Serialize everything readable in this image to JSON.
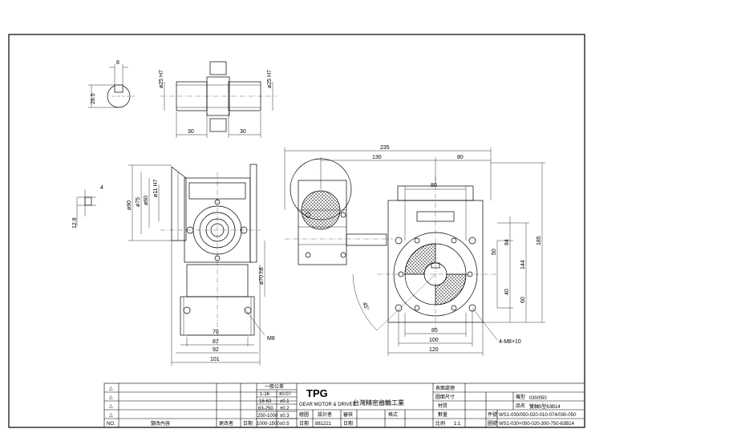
{
  "shaft_view": {
    "key_width": "8",
    "key_height": "28.5",
    "bore_left": "ø25 H7",
    "bore_right": "ø25 H7",
    "len_left": "30",
    "len_right": "30"
  },
  "side_view": {
    "d_outer": "ø90",
    "d_75": "ø75",
    "d_60": "ø60",
    "d_11": "ø11 H7",
    "key_4": "4",
    "key_12_8": "12.8",
    "d_70": "ø70 h8",
    "w_70": "70",
    "w_87": "87",
    "w_92": "92",
    "w_101": "101",
    "bolt": "M8"
  },
  "front_view": {
    "total_w": "235",
    "w_130": "130",
    "w_80_top": "80",
    "w_80": "80",
    "h_50": "50",
    "h_84": "84",
    "h_144": "144",
    "h_185": "185",
    "h_40": "40",
    "h_60": "60",
    "angle": "45°",
    "w_85": "85",
    "w_100": "100",
    "w_120": "120",
    "holes": "4-M8×10"
  },
  "title_block": {
    "rev_marks": [
      "△",
      "△",
      "△",
      "△"
    ],
    "no_label": "NO.",
    "change_content": "變改內容",
    "change_person": "更改者",
    "date_label": "日期",
    "tol_title": "一般公差",
    "tol_rows": [
      [
        "1-16",
        "±0.07"
      ],
      [
        "16-63",
        "±0.1"
      ],
      [
        "63-250",
        "±0.2"
      ],
      [
        "250-1000",
        "±0.3"
      ],
      [
        "1000-1500",
        "±0.5"
      ]
    ],
    "company_logo": "TPG",
    "company_sub": "GEAR MOTOR & DRIVES",
    "company_name": "台灣精密齒輪工業",
    "drawn_label": "繪圖",
    "designer_label": "設計者",
    "check_label": "審核",
    "date2_label": "日期",
    "date_value": "881221",
    "date3_label": "日期",
    "form_label": "格式",
    "drawing_no_label": "表面處理",
    "tech_label": "圖面尺寸",
    "material_label": "材質",
    "qty_label": "數量",
    "scale_label": "比例",
    "scale_value": "1:1",
    "model_label": "機型",
    "model_value": "030/050",
    "name_label": "品名",
    "name_value": "雙軸5型63B14",
    "partno_label": "件號",
    "partno_value": "WS1-030/050-020-010-074/030-050",
    "drawno_label": "圖號",
    "drawno_value": "WS1-030+050-020-300-750-63B14"
  }
}
